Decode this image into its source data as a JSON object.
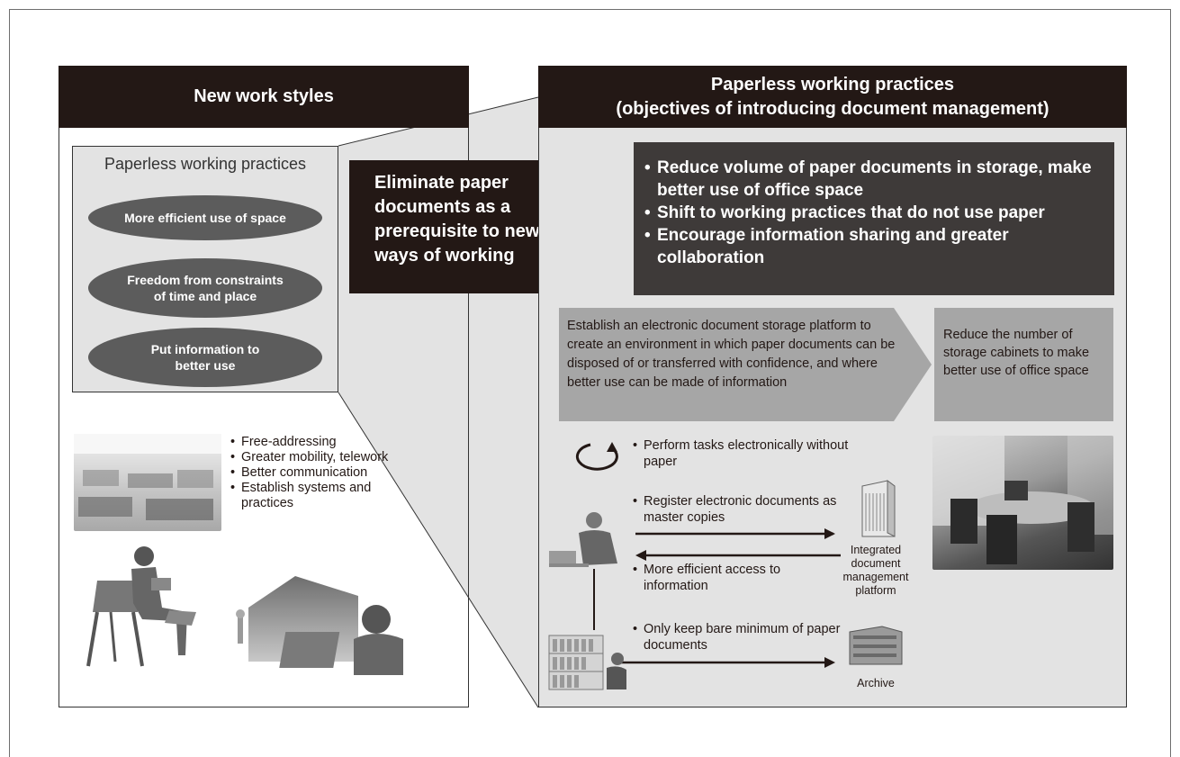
{
  "left_panel": {
    "header": "New work styles",
    "box_title": "Paperless working practices",
    "ellipses": [
      "More efficient use of space",
      "Freedom from constraints of time and place",
      "Put information to better use"
    ],
    "bullets": [
      "Free-addressing",
      "Greater mobility, telework",
      "Better communication",
      "Establish systems and practices"
    ]
  },
  "arrow_label": "Eliminate paper documents as a prerequisite to new ways of working",
  "right_panel": {
    "header_line1": "Paperless working practices",
    "header_line2": "(objectives of introducing document management)",
    "objectives": [
      "Reduce volume of paper documents in storage, make better use of office space",
      "Shift to working practices that do not use paper",
      "Encourage information sharing and greater collaboration"
    ],
    "platform_text": "Establish an electronic document storage platform to create an environment in which paper documents can be disposed of or transferred with confidence, and where better use can be made of information",
    "cabinet_text": "Reduce the number of storage cabinets to make better use of office space",
    "flow": {
      "perform_tasks": "Perform tasks electronically without paper",
      "register": "Register electronic documents as master copies",
      "access": "More efficient access to information",
      "keep_minimum": "Only keep bare minimum of paper documents",
      "platform_label": "Integrated document management platform",
      "archive_label": "Archive"
    }
  },
  "colors": {
    "header_bg": "#231815",
    "dark_box": "#3e3a39",
    "panel_bg": "#e3e3e3",
    "gray_arrow": "#a6a6a6",
    "ellipse": "#5c5c5c"
  }
}
